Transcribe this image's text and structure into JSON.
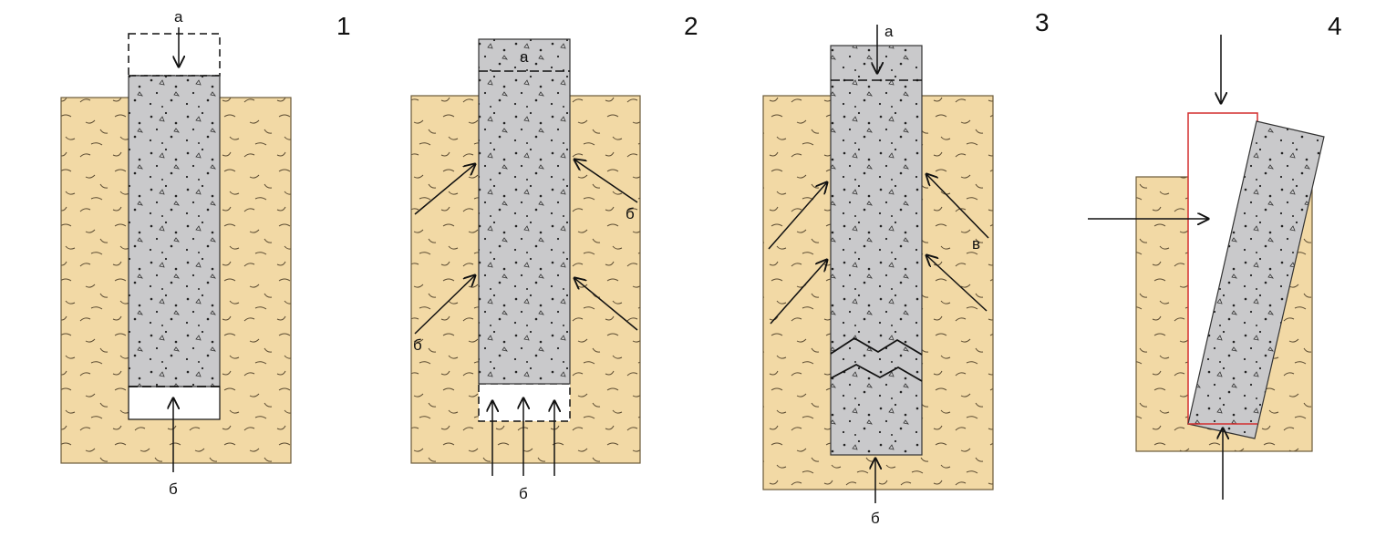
{
  "panels": [
    {
      "number": "1",
      "labels": {
        "a": "а",
        "b": "б"
      }
    },
    {
      "number": "2",
      "labels": {
        "a": "а",
        "b_right": "б",
        "b_left": "б",
        "b_bottom": "б"
      }
    },
    {
      "number": "3",
      "labels": {
        "a": "а",
        "v": "в",
        "b": "б"
      }
    },
    {
      "number": "4"
    }
  ],
  "colors": {
    "soil": "#F2D9A5",
    "soil_stroke": "#6B5A3A",
    "pile": "#C9C9CB",
    "pile_stroke": "#333333",
    "outline_red": "#D32F2F"
  }
}
